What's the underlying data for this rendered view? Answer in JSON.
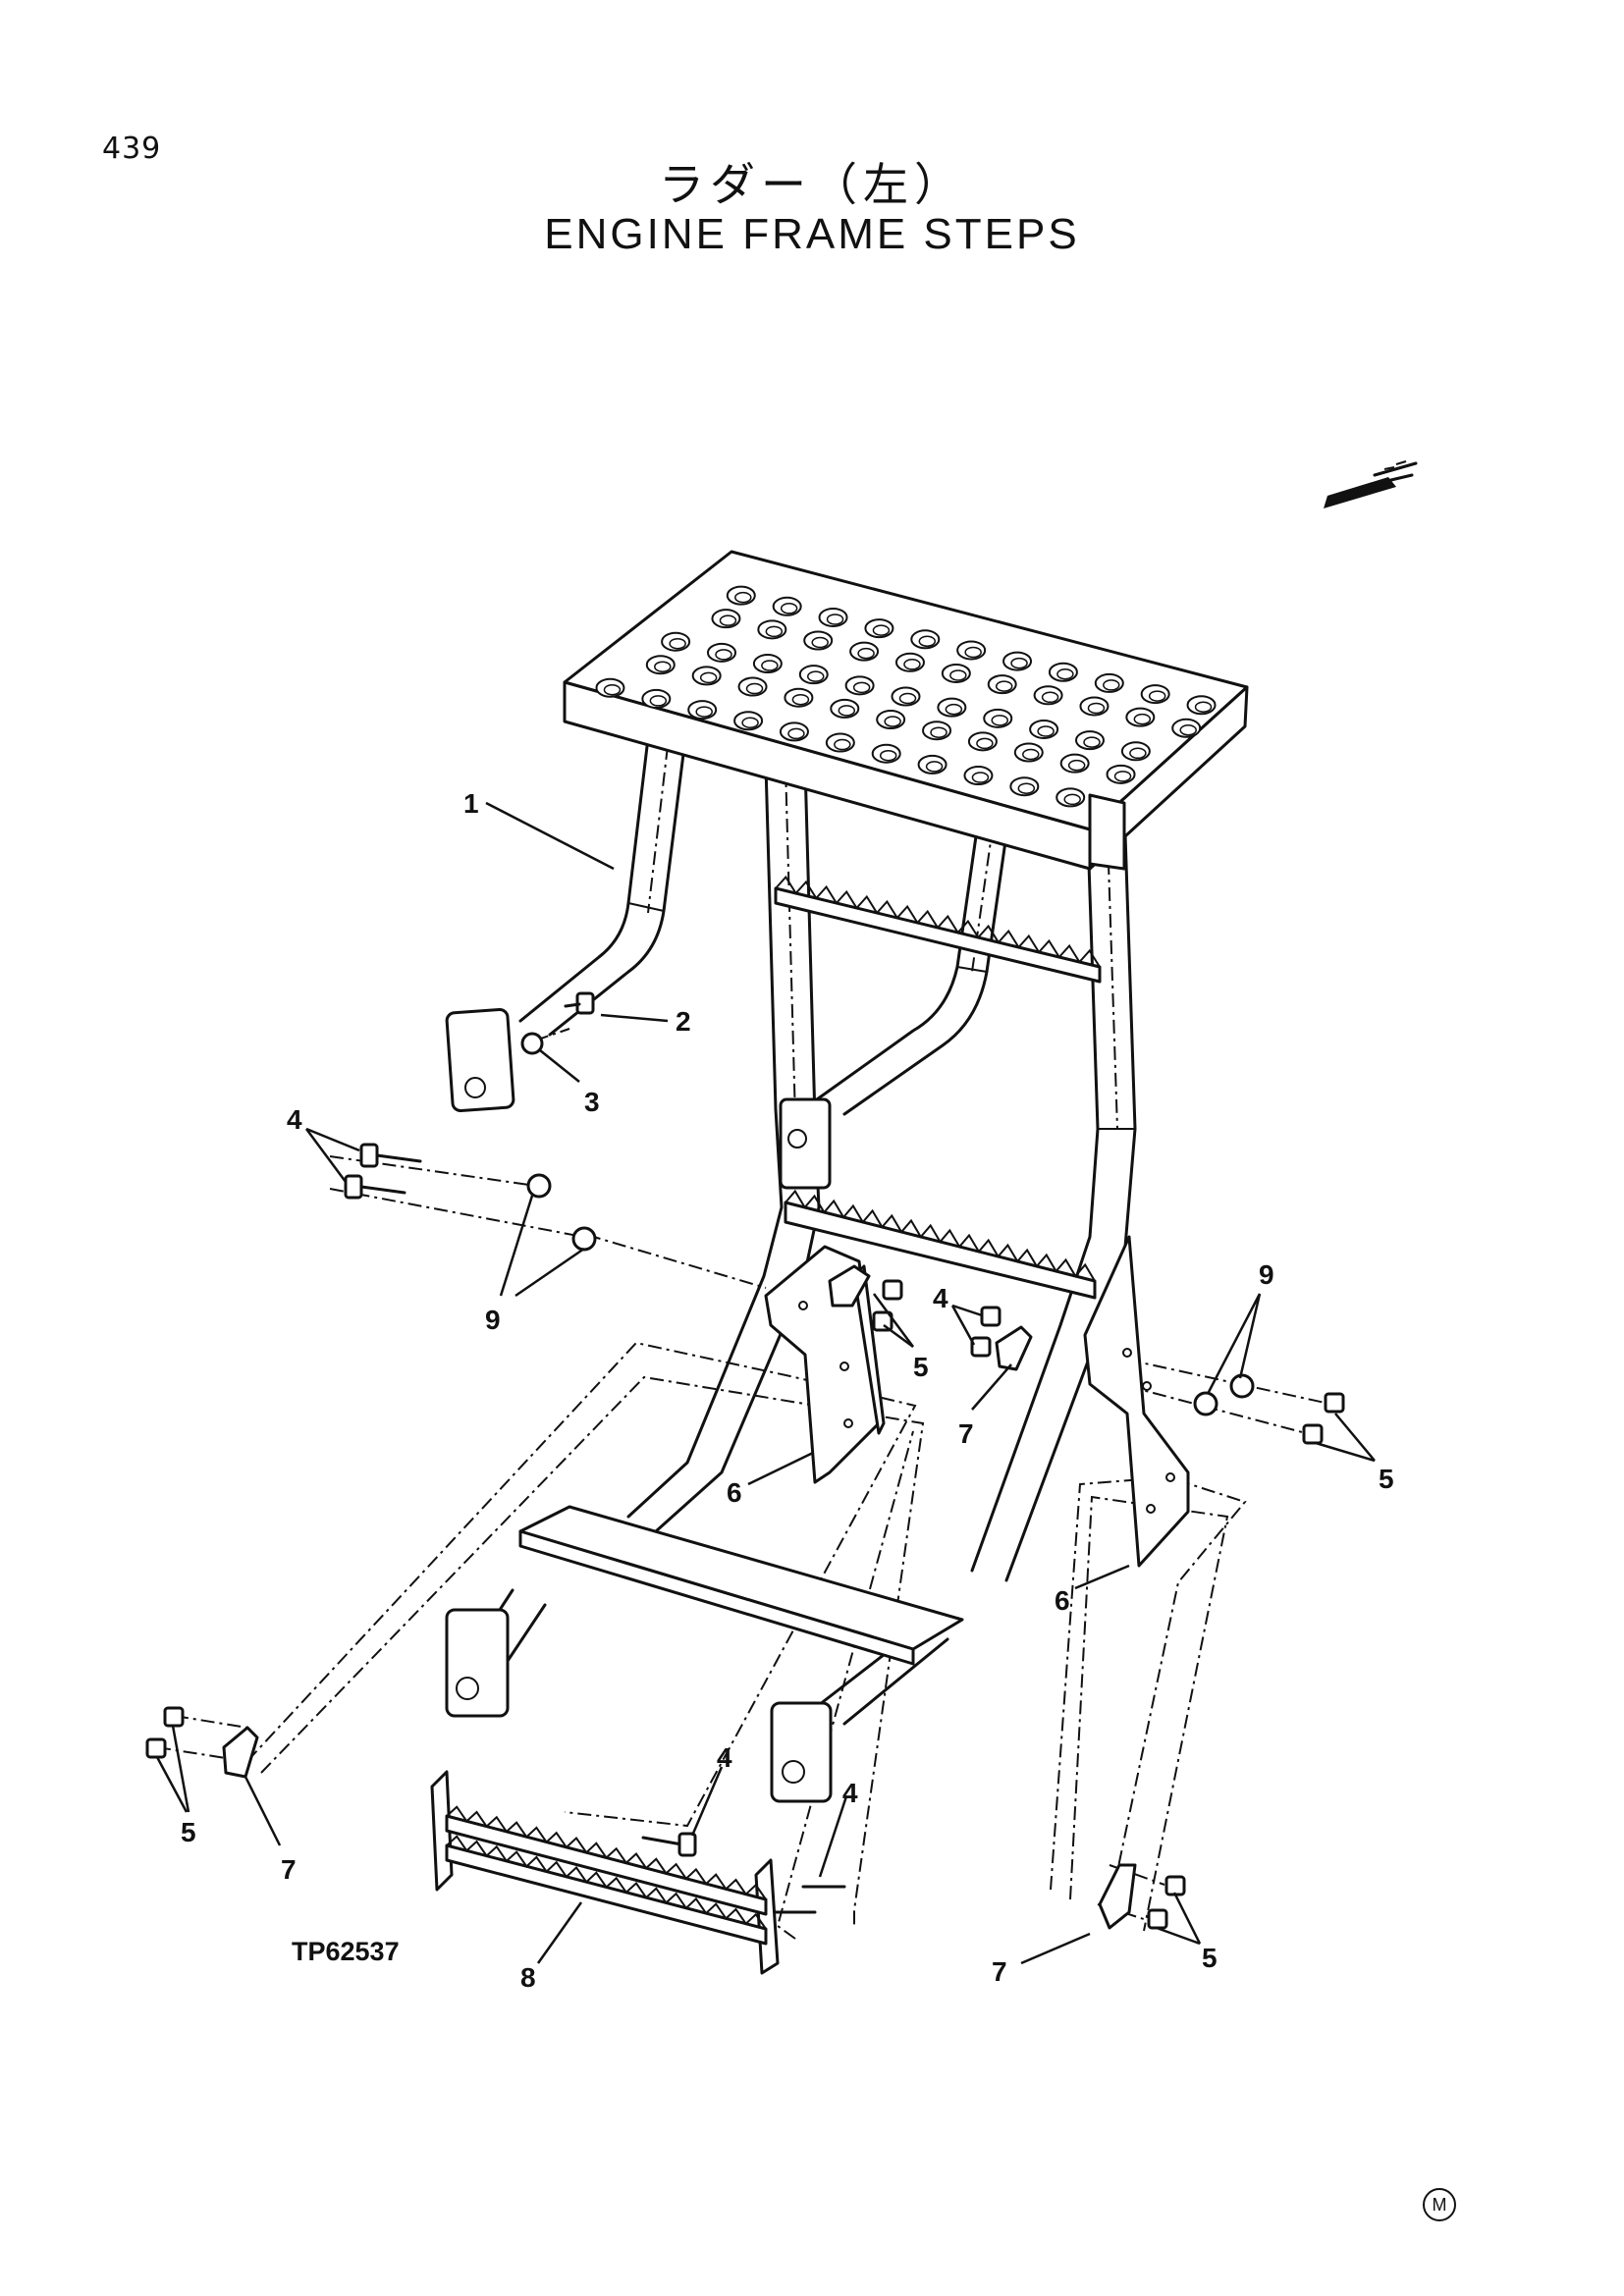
{
  "page": {
    "number": "439",
    "title_ja": "ラダー（左）",
    "title_en": "ENGINE FRAME STEPS",
    "drawing_code": "TP62537",
    "corner_mark": "M"
  },
  "callouts": [
    {
      "id": "c1",
      "label": "1"
    },
    {
      "id": "c2",
      "label": "2"
    },
    {
      "id": "c3",
      "label": "3"
    },
    {
      "id": "c4a",
      "label": "4"
    },
    {
      "id": "c4b",
      "label": "4"
    },
    {
      "id": "c4c",
      "label": "4"
    },
    {
      "id": "c4d",
      "label": "4"
    },
    {
      "id": "c5a",
      "label": "5"
    },
    {
      "id": "c5b",
      "label": "5"
    },
    {
      "id": "c5c",
      "label": "5"
    },
    {
      "id": "c5d",
      "label": "5"
    },
    {
      "id": "c6a",
      "label": "6"
    },
    {
      "id": "c6b",
      "label": "6"
    },
    {
      "id": "c7a",
      "label": "7"
    },
    {
      "id": "c7b",
      "label": "7"
    },
    {
      "id": "c7c",
      "label": "7"
    },
    {
      "id": "c8",
      "label": "8"
    },
    {
      "id": "c9a",
      "label": "9"
    },
    {
      "id": "c9b",
      "label": "9"
    }
  ],
  "icons": {
    "direction": "front-direction-arrow-icon"
  }
}
